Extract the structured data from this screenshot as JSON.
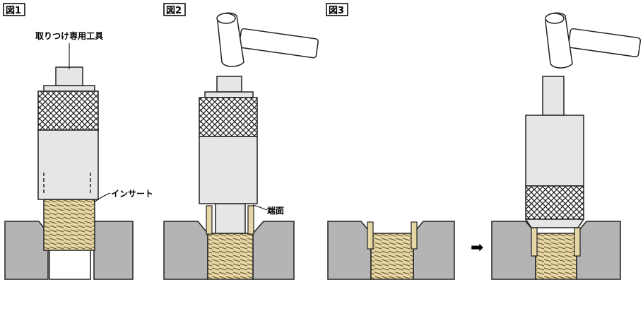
{
  "figures": [
    {
      "label": "図1"
    },
    {
      "label": "図2"
    },
    {
      "label": "図3"
    }
  ],
  "callouts": {
    "tool": "取りつけ専用工具",
    "insert": "インサート",
    "end_face": "端面"
  },
  "arrow_glyph": "➡",
  "colors": {
    "block": "#b4b4b4",
    "tool_body": "#e6e6e6",
    "thread": "#e8d7a6",
    "thread_line": "#7a6a3c",
    "outline": "#222222"
  }
}
